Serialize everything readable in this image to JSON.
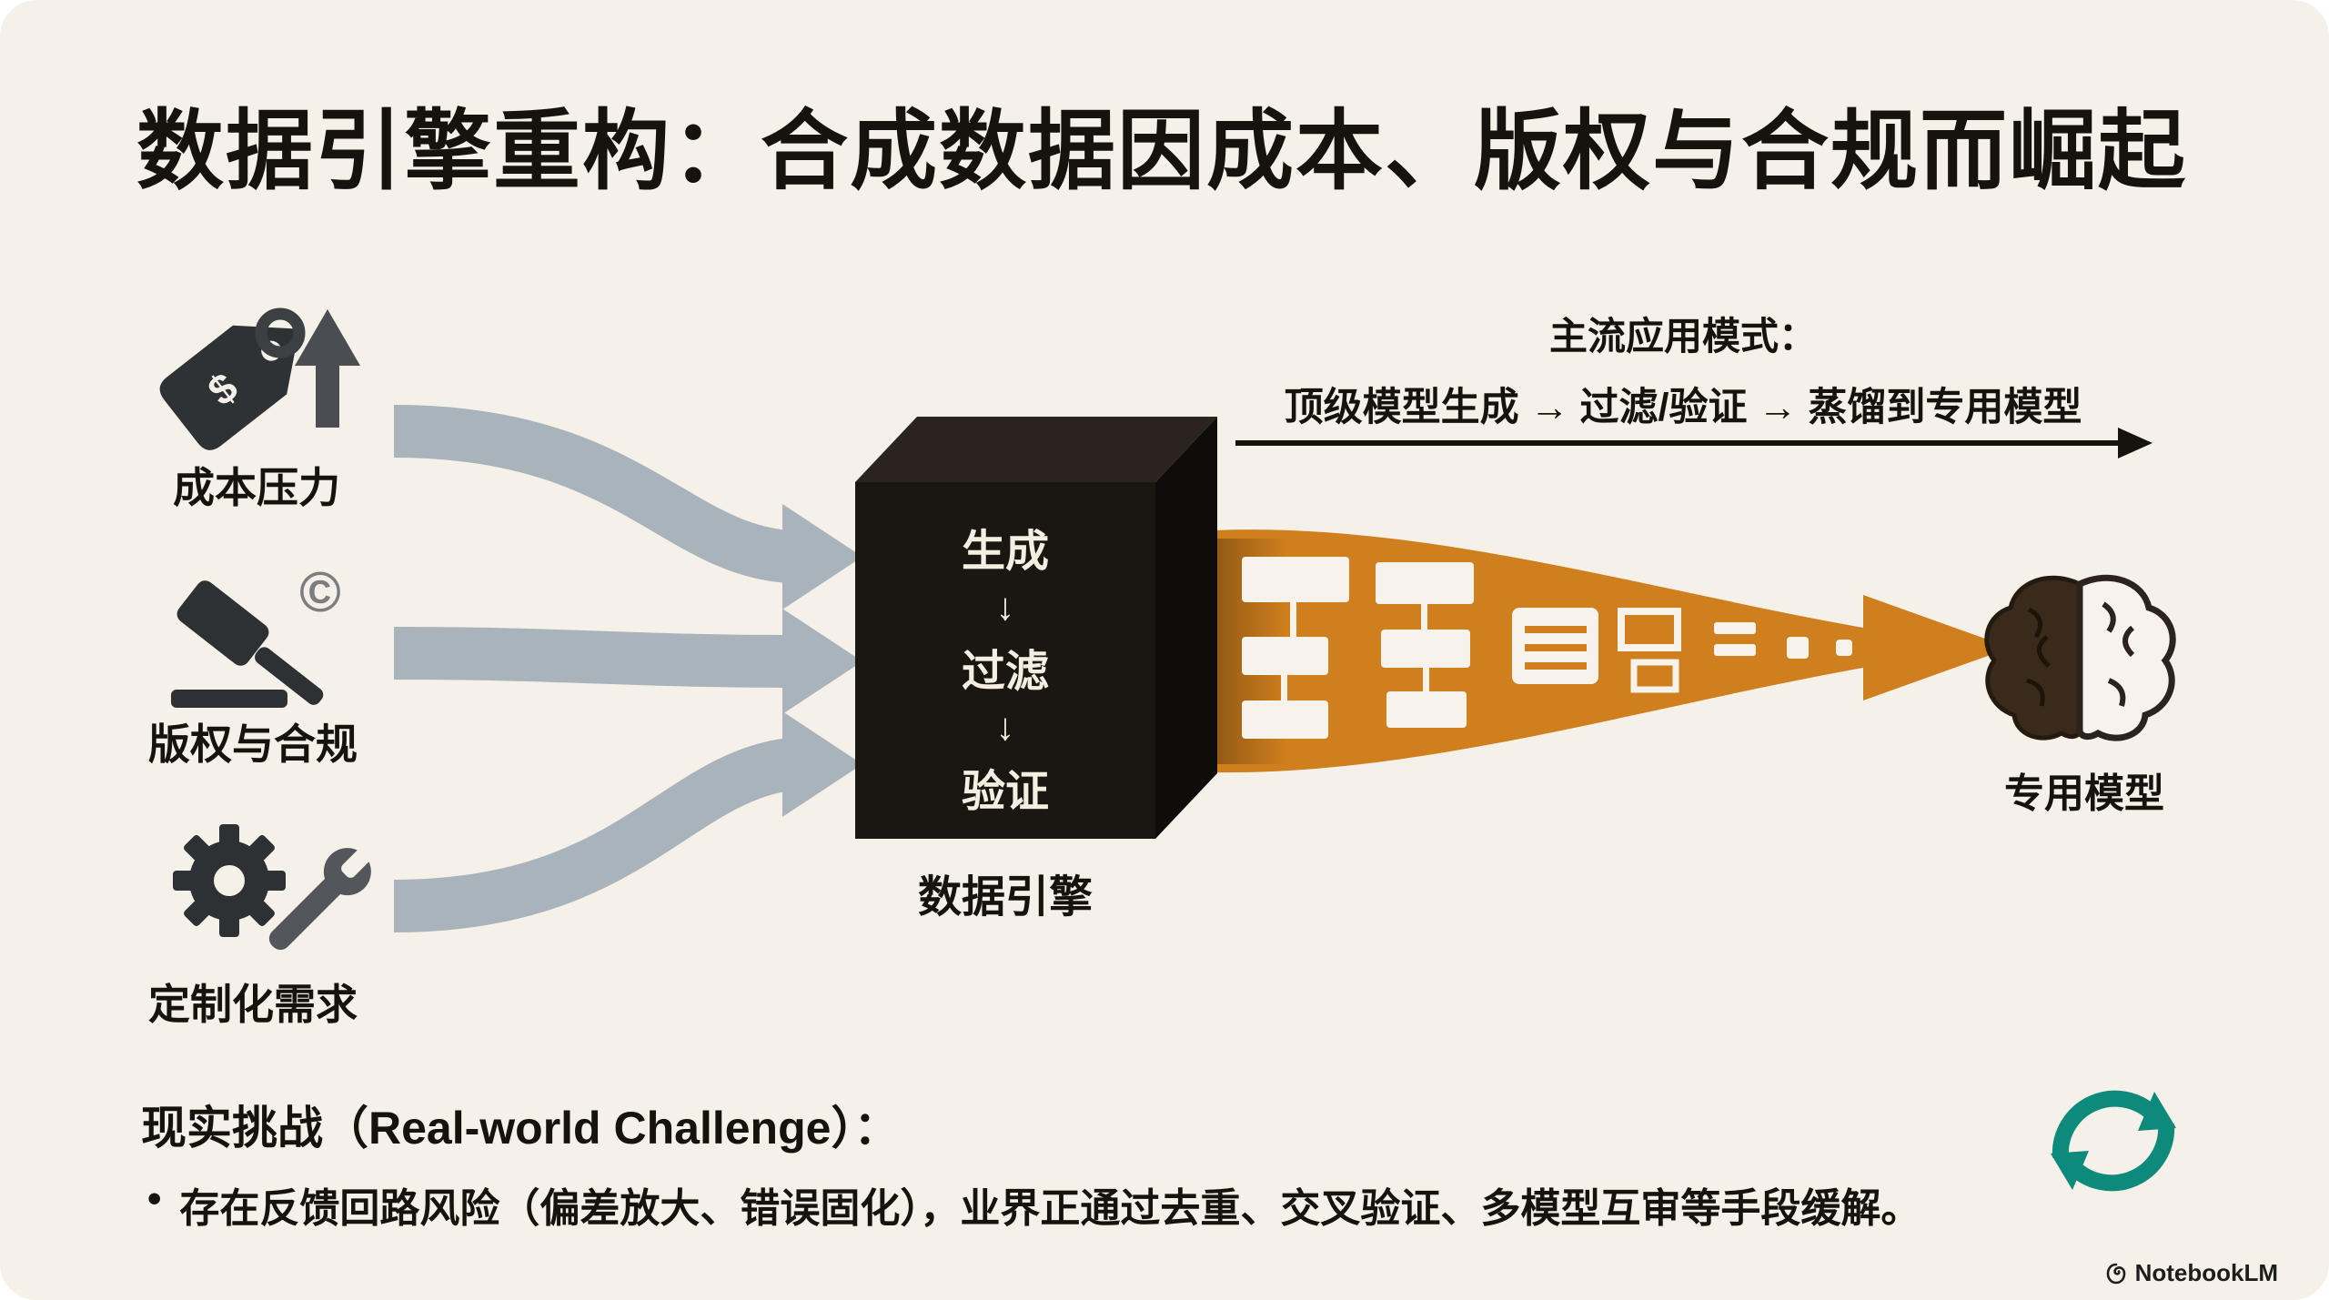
{
  "title": "数据引擎重构：合成数据因成本、版权与合规而崛起",
  "inputs": [
    {
      "label": "成本压力",
      "icon": "price-tag-up-arrow-icon"
    },
    {
      "label": "版权与合规",
      "icon": "gavel-copyright-icon"
    },
    {
      "label": "定制化需求",
      "icon": "gear-wrench-icon"
    }
  ],
  "engine": {
    "label": "数据引擎",
    "steps": [
      "生成",
      "过滤",
      "验证"
    ],
    "step_arrow": "↓"
  },
  "pattern": {
    "heading": "主流应用模式：",
    "flow": "顶级模型生成 → 过滤/验证 → 蒸馏到专用模型"
  },
  "output": {
    "label": "专用模型",
    "icon": "brain-icon"
  },
  "challenge": {
    "heading": "现实挑战（Real-world Challenge）：",
    "bullet_marker": "•",
    "bullet": "存在反馈回路风险（偏差放大、错误固化），业界正通过去重、交叉验证、多模型互审等手段缓解。"
  },
  "watermark": "NotebookLM",
  "glyphs": {
    "dollar": "$",
    "copyright": "©"
  },
  "colors": {
    "background": "#f5f1e8",
    "text": "#16130f",
    "engine_black": "#1a1713",
    "flow_orange": "#d07f1e",
    "arrow_gray": "#a9b3bc",
    "icon_dark": "#2f3234",
    "refresh_teal": "#0d8a7b"
  }
}
